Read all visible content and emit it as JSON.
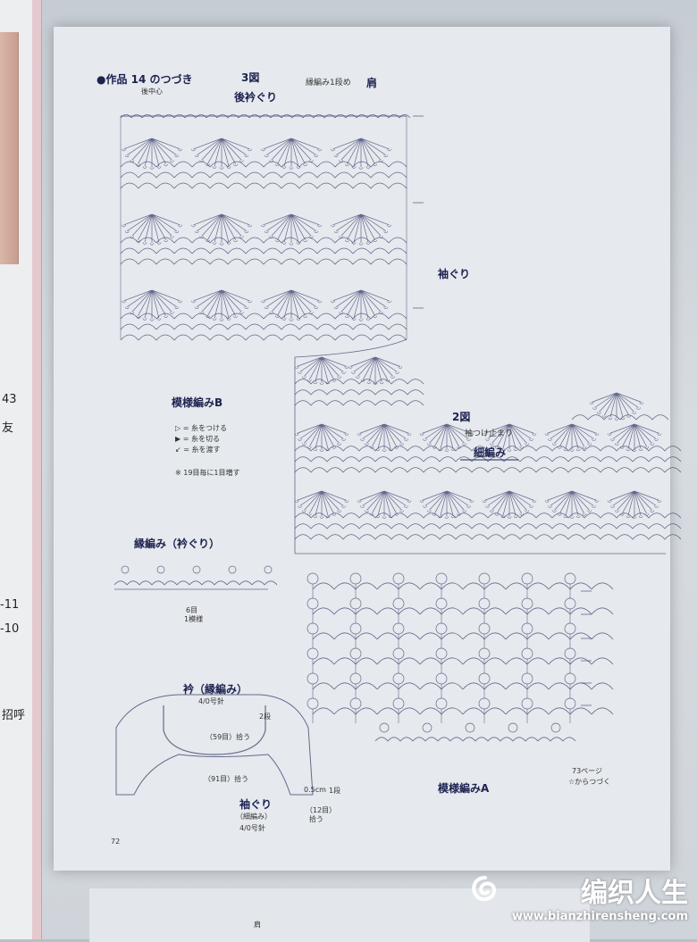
{
  "left_panel": {
    "texts": [
      "43",
      "友",
      "-11",
      "-10",
      "招呼"
    ]
  },
  "pattern": {
    "continue_note": "●作品 14 のつづき",
    "back_center": "後中心",
    "fig3_title": "3図",
    "back_neck": "後衿ぐり",
    "edging_row1": "縁編み1段め",
    "shoulder": "肩",
    "armhole": "袖ぐり",
    "pattern_b": "模様編みB",
    "legend": [
      "▷ = 糸をつける",
      "▶ = 糸を切る",
      "↙ = 糸を渡す"
    ],
    "legend_note": "※ 19目毎に1目増す",
    "fig2_title": "2図",
    "sleeve_attach": "袖つけ止まり",
    "sleeve_edging": "細編み",
    "edging_neck": "縁編み（衿ぐり）",
    "repeat_count": "6目",
    "repeat_label": "1模様",
    "collar_title": "衿（縁編み）",
    "collar_hook": "4/0号針",
    "collar_59": "（59目）拾う",
    "collar_91": "（91目）拾う",
    "collar_2row": "2段",
    "armhole_title": "袖ぐり",
    "armhole_sub": "（細編み）",
    "armhole_hook": "4/0号針",
    "armhole_05": "0.5cm",
    "armhole_1row": "1段",
    "armhole_12": "（12目）",
    "armhole_pick": "拾う",
    "pattern_a": "模様編みA",
    "continue_73": "73ページ",
    "continue_73b": "☆からつづく",
    "page_number": "72",
    "next_page_fragment": "肩"
  },
  "watermark": {
    "brand": "编织人生",
    "url": "www.bianzhirensheng.com"
  },
  "colors": {
    "ink": "#3a3f6e",
    "paper": "#e6e9ed",
    "text": "#1d2250"
  }
}
